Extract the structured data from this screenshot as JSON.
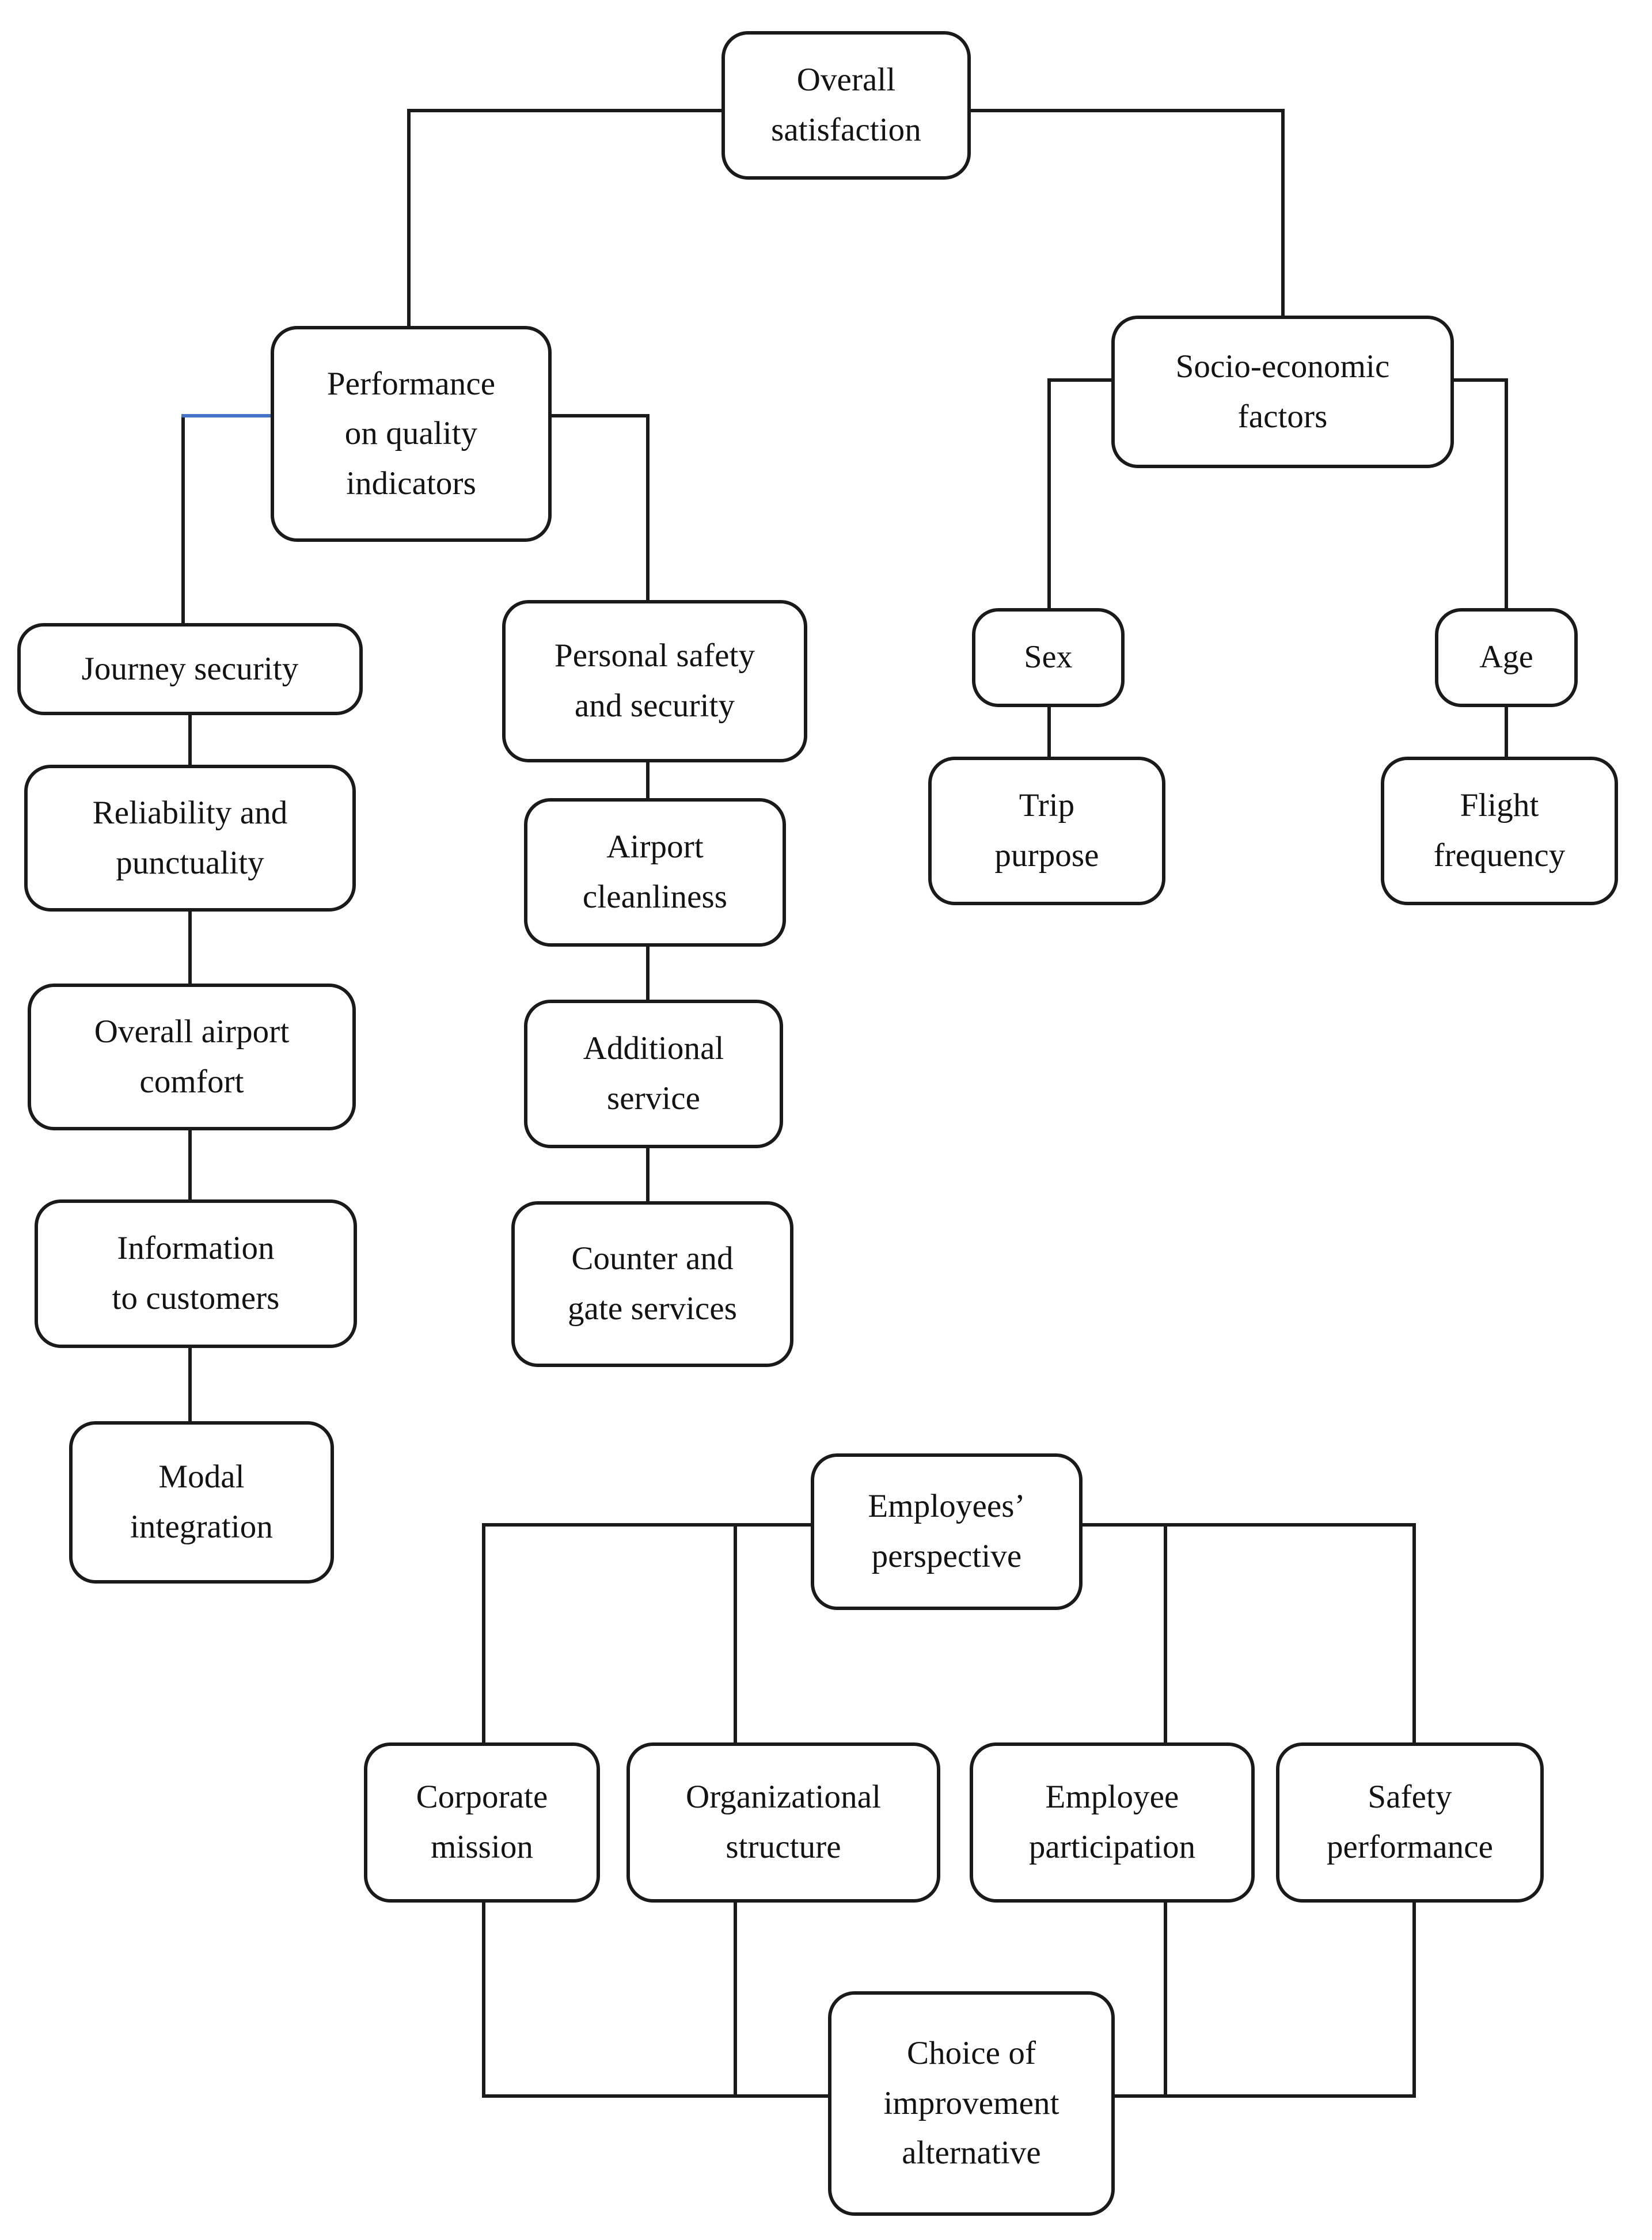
{
  "diagram": {
    "type": "hierarchical-flow-chart",
    "title_text": null,
    "style": {
      "box_fill": "#ffffff",
      "box_border": "#1a1a1a",
      "text_color": "#131313",
      "connector_color": "#1a1a1a",
      "accent_connector_color": "#4472c4"
    },
    "groups": {
      "upper": {
        "root_label": "Overall satisfaction",
        "branches": [
          "Performance on quality indicators",
          "Socio-economic factors"
        ]
      },
      "lower": {
        "root_label": "Employees’ perspective",
        "sink_label": "Choice of improvement alternative"
      }
    }
  },
  "nodes": {
    "overall_satisfaction": {
      "label": "Overall\nsatisfaction"
    },
    "performance_quality": {
      "label": "Performance\non quality\nindicators"
    },
    "socio_economic": {
      "label": "Socio-economic\nfactors"
    },
    "journey_security": {
      "label": "Journey security"
    },
    "reliability_punctuality": {
      "label": "Reliability and\npunctuality"
    },
    "overall_airport_comfort": {
      "label": "Overall airport\ncomfort"
    },
    "information_to_customers": {
      "label": "Information\nto customers"
    },
    "modal_integration": {
      "label": "Modal\nintegration"
    },
    "personal_safety_security": {
      "label": "Personal safety\nand security"
    },
    "airport_cleanliness": {
      "label": "Airport\ncleanliness"
    },
    "additional_service": {
      "label": "Additional\nservice"
    },
    "counter_gate_services": {
      "label": "Counter and\ngate services"
    },
    "sex": {
      "label": "Sex"
    },
    "trip_purpose": {
      "label": "Trip\npurpose"
    },
    "age": {
      "label": "Age"
    },
    "flight_frequency": {
      "label": "Flight\nfrequency"
    },
    "employees_perspective": {
      "label": "Employees’\nperspective"
    },
    "corporate_mission": {
      "label": "Corporate\nmission"
    },
    "organizational_structure": {
      "label": "Organizational\nstructure"
    },
    "employee_participation": {
      "label": "Employee\nparticipation"
    },
    "safety_performance": {
      "label": "Safety\nperformance"
    },
    "choice_improvement_alternative": {
      "label": "Choice of\nimprovement\nalternative"
    }
  },
  "edges": [
    {
      "from": "overall_satisfaction",
      "to": "performance_quality"
    },
    {
      "from": "overall_satisfaction",
      "to": "socio_economic"
    },
    {
      "from": "performance_quality",
      "to": "journey_security"
    },
    {
      "from": "performance_quality",
      "to": "personal_safety_security"
    },
    {
      "from": "journey_security",
      "to": "reliability_punctuality"
    },
    {
      "from": "reliability_punctuality",
      "to": "overall_airport_comfort"
    },
    {
      "from": "overall_airport_comfort",
      "to": "information_to_customers"
    },
    {
      "from": "information_to_customers",
      "to": "modal_integration"
    },
    {
      "from": "personal_safety_security",
      "to": "airport_cleanliness"
    },
    {
      "from": "airport_cleanliness",
      "to": "additional_service"
    },
    {
      "from": "additional_service",
      "to": "counter_gate_services"
    },
    {
      "from": "socio_economic",
      "to": "sex"
    },
    {
      "from": "socio_economic",
      "to": "age"
    },
    {
      "from": "sex",
      "to": "trip_purpose"
    },
    {
      "from": "age",
      "to": "flight_frequency"
    },
    {
      "from": "employees_perspective",
      "to": "corporate_mission"
    },
    {
      "from": "employees_perspective",
      "to": "organizational_structure"
    },
    {
      "from": "employees_perspective",
      "to": "employee_participation"
    },
    {
      "from": "employees_perspective",
      "to": "safety_performance"
    },
    {
      "from": "corporate_mission",
      "to": "choice_improvement_alternative"
    },
    {
      "from": "organizational_structure",
      "to": "choice_improvement_alternative"
    },
    {
      "from": "employee_participation",
      "to": "choice_improvement_alternative"
    },
    {
      "from": "safety_performance",
      "to": "choice_improvement_alternative"
    }
  ]
}
